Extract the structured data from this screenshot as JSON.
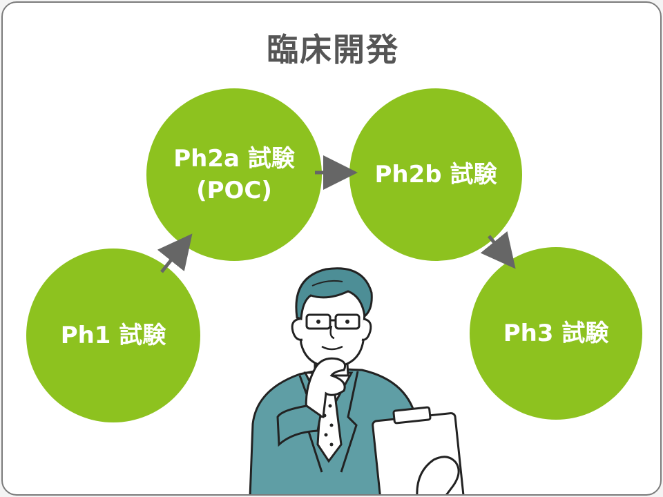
{
  "title": "臨床開発",
  "phases": {
    "ph1": {
      "label": "Ph1 試験"
    },
    "ph2a": {
      "label": "Ph2a 試験",
      "sublabel": "(POC)"
    },
    "ph2b": {
      "label": "Ph2b 試験"
    },
    "ph3": {
      "label": "Ph3 試験"
    }
  },
  "colors": {
    "circle": "#8dc21f",
    "arrow": "#666666",
    "title": "#555555",
    "suit": "#5f9ea5",
    "hair": "#4d8e96"
  },
  "illustration": {
    "icon": "businessman-with-clipboard-icon"
  }
}
